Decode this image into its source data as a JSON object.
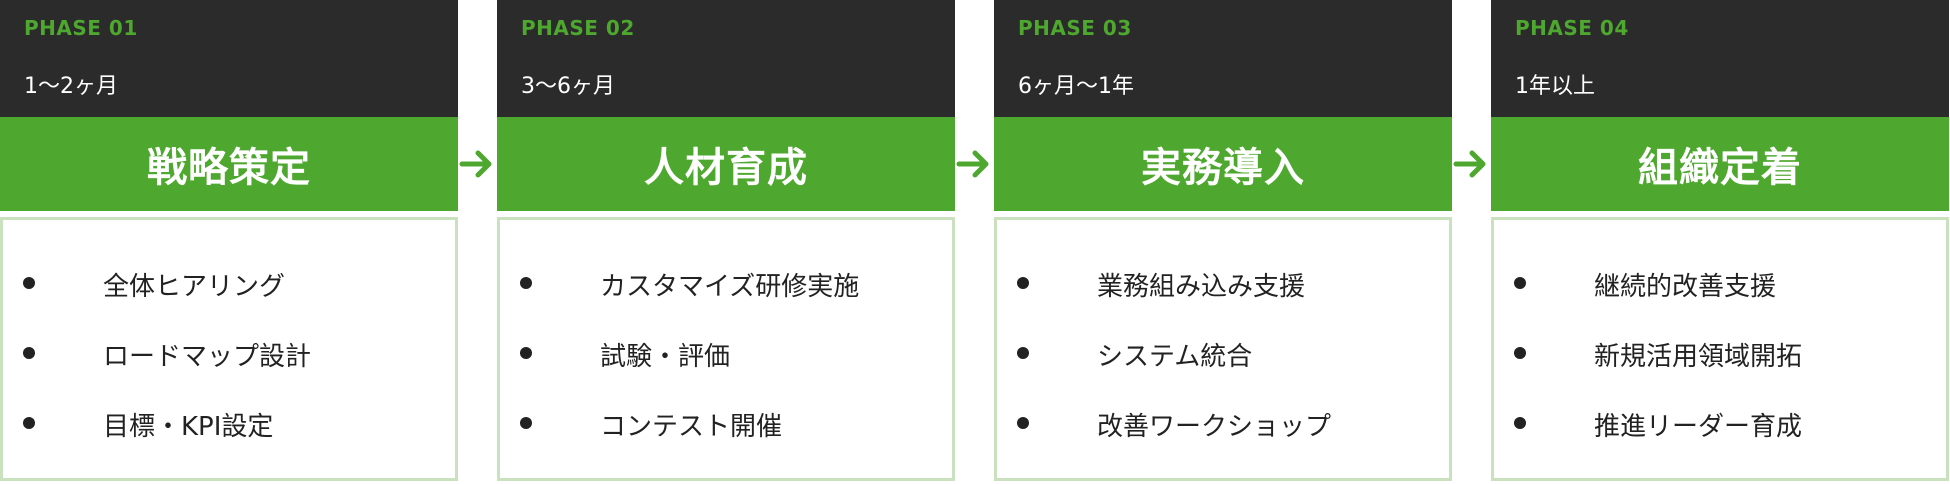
{
  "phases": [
    {
      "label": "PHASE 01",
      "duration": "1〜2ヶ月",
      "title": "戦略策定",
      "tasks": [
        "全体ヒアリング",
        "ロードマップ設計",
        "目標・KPI設定"
      ]
    },
    {
      "label": "PHASE 02",
      "duration": "3〜6ヶ月",
      "title": "人材育成",
      "tasks": [
        "カスタマイズ研修実施",
        "試験・評価",
        "コンテスト開催"
      ]
    },
    {
      "label": "PHASE 03",
      "duration": "6ヶ月〜1年",
      "title": "実務導入",
      "tasks": [
        "業務組み込み支援",
        "システム統合",
        "改善ワークショップ"
      ]
    },
    {
      "label": "PHASE 04",
      "duration": "1年以上",
      "title": "組織定着",
      "tasks": [
        "継続的改善支援",
        "新規活用領域開拓",
        "推進リーダー育成"
      ]
    }
  ],
  "colors": {
    "accent": "#4ea72e",
    "header_bg": "#2b2b2b",
    "body_border": "#c9e2bd",
    "text": "#222222"
  },
  "icons": {
    "arrow": "arrow-right-icon",
    "bullet": "bullet-icon"
  }
}
